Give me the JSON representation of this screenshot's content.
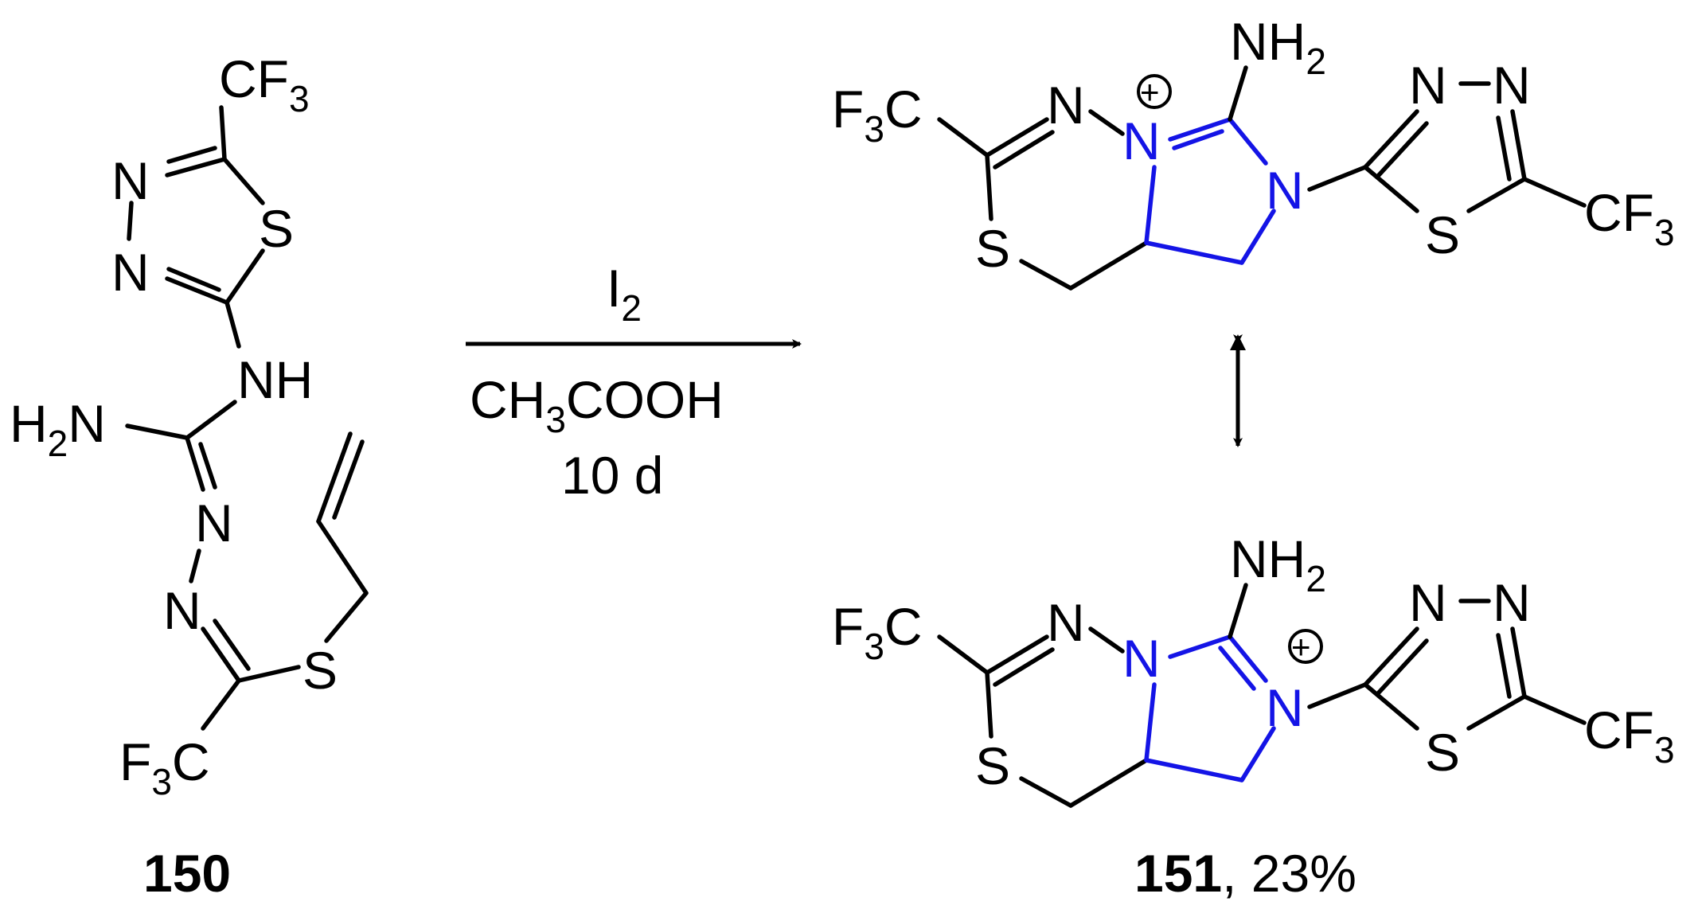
{
  "reaction": {
    "reagent_top": "I",
    "reagent_top_sub": "2",
    "solvent_main": "CH",
    "solvent_sub": "3",
    "solvent_rest": "COOH",
    "time": "10 d"
  },
  "compound_150": {
    "id_label": "150",
    "atoms": {
      "cf3_top": "CF",
      "cf3_top_sub": "3",
      "ring_N1": "N",
      "ring_N2": "N",
      "ring_S": "S",
      "nh": "NH",
      "h2n_h": "H",
      "h2n_sub": "2",
      "h2n_n": "N",
      "hydrazone_N1": "N",
      "hydrazone_N2": "N",
      "thio_S": "S",
      "cf3_bottom_f": "F",
      "cf3_bottom_sub": "3",
      "cf3_bottom_c": "C"
    }
  },
  "compound_151": {
    "id_label": "151",
    "yield_text": ", 23%",
    "charge_symbol": "+",
    "atoms": {
      "nh2": "NH",
      "nh2_sub": "2",
      "f3c_f": "F",
      "f3c_sub": "3",
      "f3c_c": "C",
      "N_chain": "N",
      "N_ring": "N",
      "N_imid": "N",
      "S_ring": "S",
      "td_N1": "N",
      "td_N2": "N",
      "td_S": "S",
      "cf3": "CF",
      "cf3_sub": "3"
    }
  },
  "colors": {
    "bond_default": "#000000",
    "bond_new_ring": "#1414e6"
  }
}
